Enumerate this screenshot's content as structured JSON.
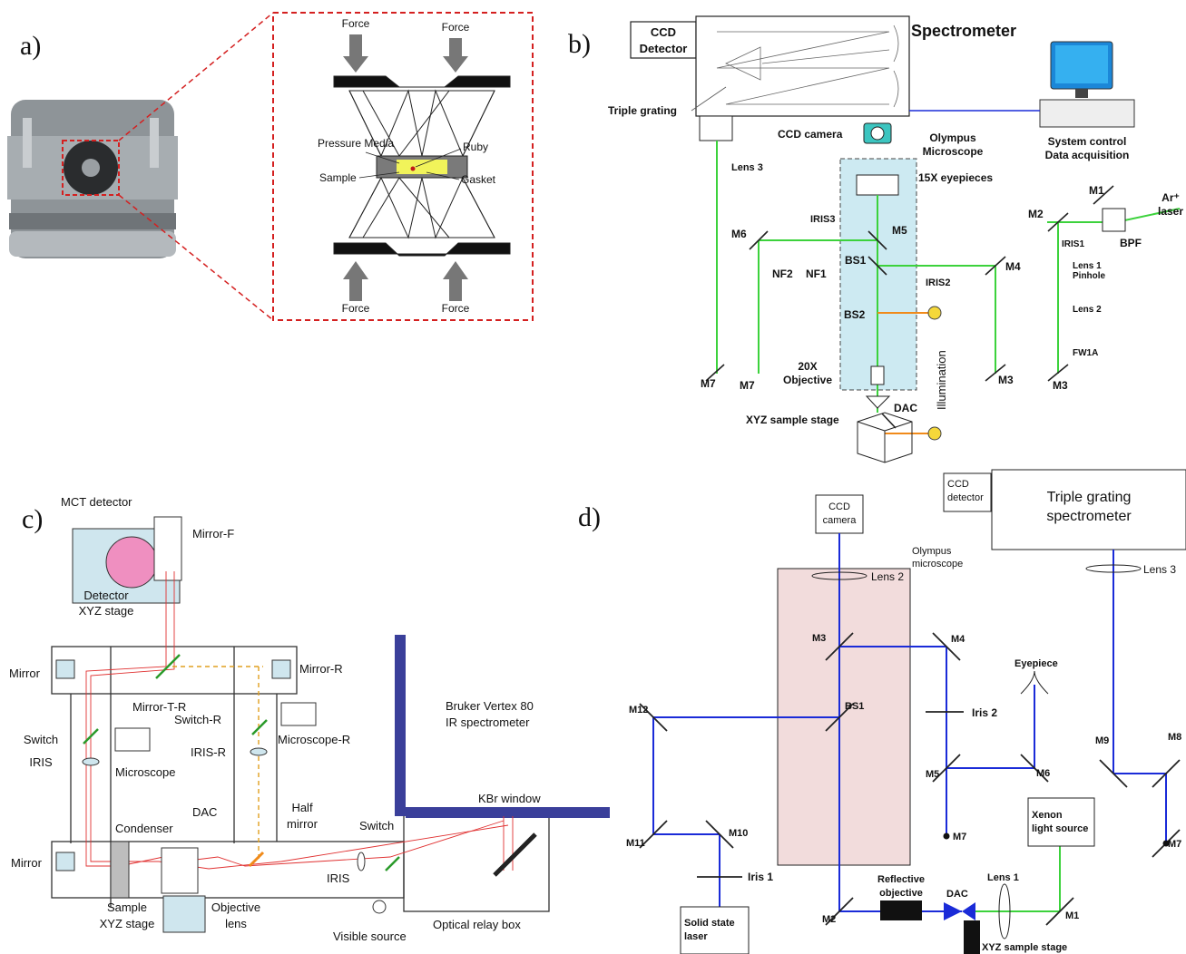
{
  "panels": {
    "a": {
      "letter": "a)",
      "labels": {
        "force_tl": "Force",
        "force_tr": "Force",
        "force_bl": "Force",
        "force_br": "Force",
        "pressure_media": "Pressure\nMedia",
        "ruby": "Ruby",
        "sample": "Sample",
        "gasket": "Gasket"
      }
    },
    "b": {
      "letter": "b)",
      "labels": {
        "ccd_detector": "CCD\nDetector",
        "spectrometer": "Spectrometer",
        "triple_grating": "Triple grating",
        "ccd_camera": "CCD camera",
        "olympus_microscope": "Olympus\nMicroscope",
        "eyepieces": "15X eyepieces",
        "system_control": "System control\nData acquisition",
        "lens3": "Lens 3",
        "m6": "M6",
        "iris3": "IRIS3",
        "m5": "M5",
        "nf2": "NF2",
        "nf1": "NF1",
        "bs1": "BS1",
        "iris2": "IRIS2",
        "m4": "M4",
        "bs2": "BS2",
        "objective": "20X\nObjective",
        "illumination": "Illumination",
        "m7a": "M7",
        "m7b": "M7",
        "m3a": "M3",
        "dac": "DAC",
        "xyz": "XYZ sample stage",
        "m1": "M1",
        "m2": "M2",
        "ar_laser": "Ar⁺\nlaser",
        "iris1": "IRIS1",
        "bpf": "BPF",
        "lens1": "Lens 1",
        "pinhole": "Pinhole",
        "lens2": "Lens 2",
        "fw1a": "FW1A",
        "m3b": "M3"
      }
    },
    "c": {
      "letter": "c)",
      "labels": {
        "mct": "MCT detector",
        "mirror_f": "Mirror-F",
        "detector_xyz": "Detector\nXYZ stage",
        "mirror_l": "Mirror",
        "mirror_r": "Mirror-R",
        "mirror_t_r": "Mirror-T-R",
        "switch_r": "Switch-R",
        "microscope_r": "Microscope-R",
        "switch_iris": "Switch\nIRIS",
        "iris_r": "IRIS-R",
        "microscope": "Microscope",
        "bruker": "Bruker Vertex 80\nIR spectrometer",
        "dac": "DAC",
        "half_mirror": "Half\nmirror",
        "condenser": "Condenser",
        "switch": "Switch",
        "kbr": "KBr window",
        "mirror_bl": "Mirror",
        "iris": "IRIS",
        "sample_xyz": "Sample\nXYZ stage",
        "objective_lens": "Objective\nlens",
        "visible_source": "Visible source",
        "optical_relay": "Optical relay box"
      }
    },
    "d": {
      "letter": "d)",
      "labels": {
        "ccd_detector": "CCD\ndetector",
        "triple_grating": "Triple grating\nspectrometer",
        "ccd_camera": "CCD\ncamera",
        "olympus": "Olympus\nmicroscope",
        "lens2": "Lens 2",
        "lens3": "Lens 3",
        "m3": "M3",
        "m4": "M4",
        "eyepiece": "Eyepiece",
        "m12": "M12",
        "bs1": "BS1",
        "iris2": "Iris 2",
        "m9": "M9",
        "m8": "M8",
        "m5": "M5",
        "m6": "M6",
        "m11": "M11",
        "m10": "M10",
        "m7": "M7",
        "m7b": "M7",
        "xenon": "Xenon\nlight source",
        "iris1": "Iris 1",
        "reflective": "Reflective\nobjective",
        "dac": "DAC",
        "lens1": "Lens 1",
        "solid_state": "Solid state\nlaser",
        "m2": "M2",
        "m1": "M1",
        "xyz": "XYZ sample stage"
      }
    }
  },
  "colors": {
    "green_beam": "#3cd23c",
    "blue_beam": "#1a2bd8",
    "red_beam": "#e03030",
    "orange_beam": "#f08a1a",
    "dashed_box": "#d42020",
    "illum_fill": "#cdeaf2",
    "micro_fill": "#f2dcdc",
    "detector_fill": "#cfe6ee",
    "mct_pink": "#ef8fc0",
    "thick_blue": "#3a3f9a",
    "yellow_lamp": "#f5d83a"
  }
}
